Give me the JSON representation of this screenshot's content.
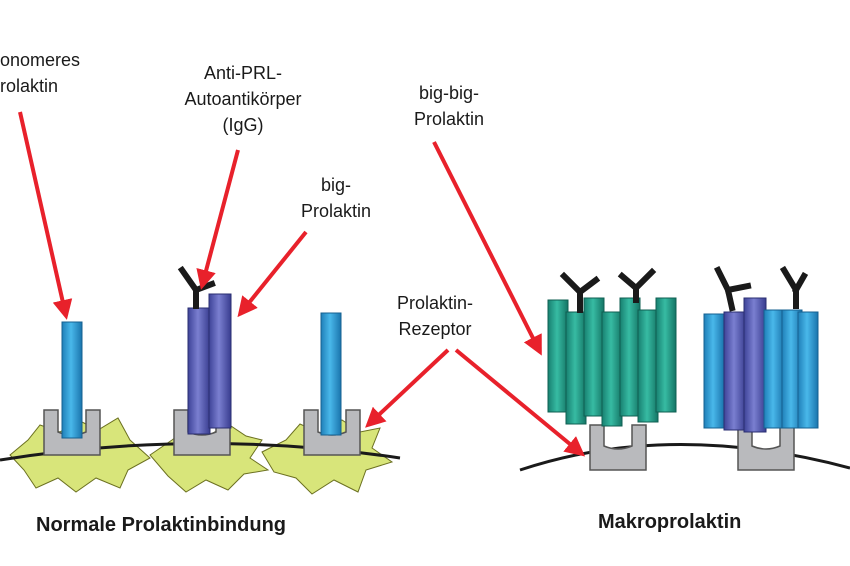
{
  "labels": {
    "monomeric": "onomeres\nrolaktin",
    "antibody": "Anti-PRL-\nAutoantikörper\n(IgG)",
    "big": "big-\nProlaktin",
    "bigbig": "big-big-\nProlaktin",
    "receptor": "Prolaktin-\nRezeptor"
  },
  "sections": {
    "normal": "Normale Prolaktinbindung",
    "macro": "Makroprolaktin"
  },
  "colors": {
    "monomer": "#2f9fd8",
    "big": "#5a5fb8",
    "bigbig": "#23a08a",
    "receptor": "#b9babd",
    "membrane_cell": "#d8e57a",
    "antibody": "#1a1a1a",
    "arrow": "#e8212b",
    "membrane": "#1a1a1a"
  }
}
